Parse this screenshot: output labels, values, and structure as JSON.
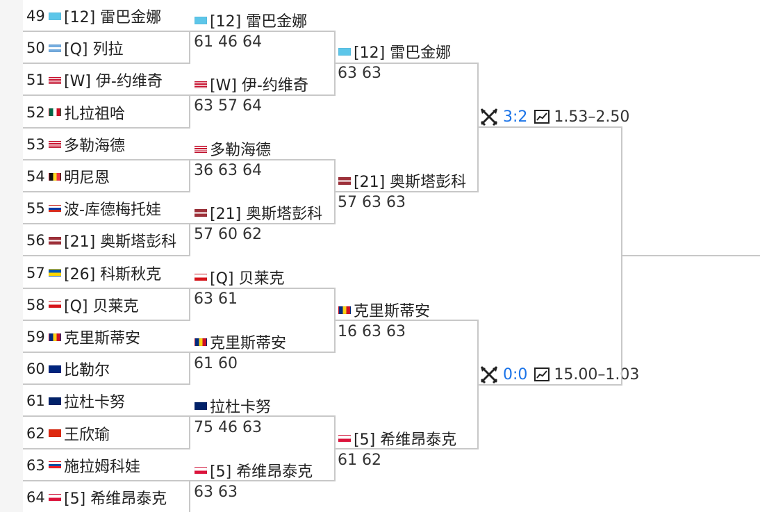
{
  "flags": {
    "kz": "linear-gradient(#5dc6e9,#5dc6e9)",
    "ar": "linear-gradient(#74acdf 0 33%,#ffffff 33% 67%,#74acdf 67%)",
    "us": "repeating-linear-gradient(#c8102e 0 1.6px,#ffffff 1.6px 3.2px)",
    "mx": "linear-gradient(90deg,#006847 0 33%,#ffffff 33% 67%,#ce1126 67%)",
    "be": "linear-gradient(90deg,#111111 0 33%,#fdda24 33% 67%,#ef3340 67%)",
    "ru": "linear-gradient(#ffffff 0 33%,#0039a6 33% 67%,#d52b1e 67%)",
    "lv": "linear-gradient(#9e3039 0 40%,#ffffff 40% 60%,#9e3039 60%)",
    "ua": "linear-gradient(#0057b7 0 50%,#ffd700 50%)",
    "cz": "linear-gradient(#ffffff 0 50%,#d7141a 50%)",
    "ro": "linear-gradient(90deg,#002b7f 0 33%,#fcd116 33% 67%,#ce1126 67%)",
    "au": "linear-gradient(#00247d,#00247d)",
    "gb": "linear-gradient(#012169,#012169)",
    "cn": "linear-gradient(#de2910,#de2910)",
    "sk": "linear-gradient(#ffffff 0 33%,#0b4ea2 33% 67%,#ee1c25 67%)",
    "pl": "linear-gradient(#ffffff 0 50%,#dc143c 50%)"
  },
  "round1": [
    {
      "num": "49",
      "flag": "kz",
      "name": "[12] 雷巴金娜"
    },
    {
      "num": "50",
      "flag": "ar",
      "name": "[Q] 列拉"
    },
    {
      "num": "51",
      "flag": "us",
      "name": "[W] 伊-约维奇"
    },
    {
      "num": "52",
      "flag": "mx",
      "name": "扎拉祖哈"
    },
    {
      "num": "53",
      "flag": "us",
      "name": "多勒海德"
    },
    {
      "num": "54",
      "flag": "be",
      "name": "明尼恩"
    },
    {
      "num": "55",
      "flag": "ru",
      "name": "波-库德梅托娃"
    },
    {
      "num": "56",
      "flag": "lv",
      "name": "[21] 奥斯塔彭科"
    },
    {
      "num": "57",
      "flag": "ua",
      "name": "[26] 科斯秋克"
    },
    {
      "num": "58",
      "flag": "cz",
      "name": "[Q] 贝莱克"
    },
    {
      "num": "59",
      "flag": "ro",
      "name": "克里斯蒂安"
    },
    {
      "num": "60",
      "flag": "au",
      "name": "比勒尔"
    },
    {
      "num": "61",
      "flag": "gb",
      "name": "拉杜卡努"
    },
    {
      "num": "62",
      "flag": "cn",
      "name": "王欣瑜"
    },
    {
      "num": "63",
      "flag": "sk",
      "name": "施拉姆科娃"
    },
    {
      "num": "64",
      "flag": "pl",
      "name": "[5] 希维昂泰克"
    }
  ],
  "round2": [
    {
      "flag": "kz",
      "name": "[12] 雷巴金娜",
      "score": "61 46 64"
    },
    {
      "flag": "us",
      "name": "[W] 伊-约维奇",
      "score": "63 57 64"
    },
    {
      "flag": "us",
      "name": "多勒海德",
      "score": "36 63 64"
    },
    {
      "flag": "lv",
      "name": "[21] 奥斯塔彭科",
      "score": "57 60 62"
    },
    {
      "flag": "cz",
      "name": "[Q] 贝莱克",
      "score": "63 61"
    },
    {
      "flag": "ro",
      "name": "克里斯蒂安",
      "score": "61 60"
    },
    {
      "flag": "gb",
      "name": "拉杜卡努",
      "score": "75 46 63"
    },
    {
      "flag": "pl",
      "name": "[5] 希维昂泰克",
      "score": "63 63"
    }
  ],
  "round3": [
    {
      "flag": "kz",
      "name": "[12] 雷巴金娜",
      "score": "63 63"
    },
    {
      "flag": "lv",
      "name": "[21] 奥斯塔彭科",
      "score": "57 63 63"
    },
    {
      "flag": "ro",
      "name": "克里斯蒂安",
      "score": "16 63 63"
    },
    {
      "flag": "pl",
      "name": "[5] 希维昂泰克",
      "score": "61 62"
    }
  ],
  "round4": [
    {
      "h2h": "3:2",
      "odds": "1.53–2.50"
    },
    {
      "h2h": "0:0",
      "odds": "15.00–1.03"
    }
  ]
}
